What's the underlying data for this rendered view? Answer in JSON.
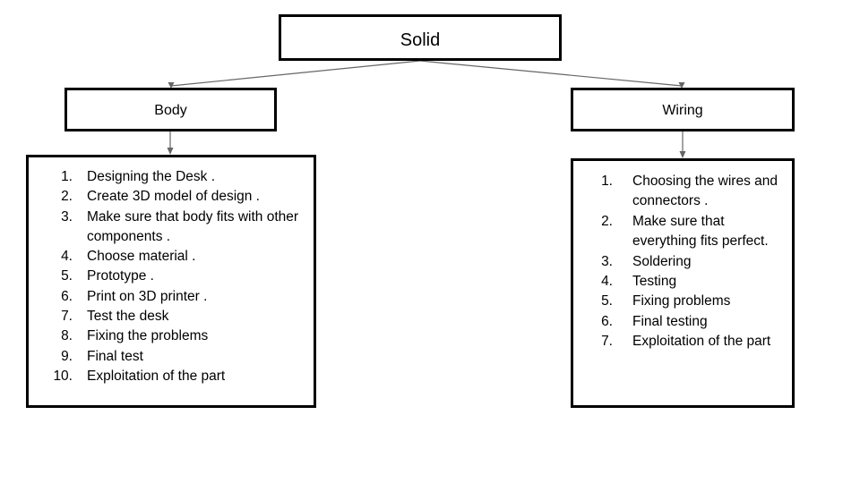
{
  "diagram": {
    "title": "Solid",
    "root": {
      "label": "Solid"
    },
    "branches": [
      {
        "id": "body",
        "label": "Body",
        "steps": [
          "Designing the Desk .",
          "Create 3D model of design .",
          "Make sure that body fits with other components .",
          "Choose material .",
          "Prototype .",
          "Print on 3D printer .",
          "Test the desk",
          "Fixing the problems",
          "Final test",
          "Exploitation of the part"
        ]
      },
      {
        "id": "wiring",
        "label": "Wiring",
        "steps": [
          "Choosing the wires and connectors .",
          "Make sure that everything fits perfect.",
          "Soldering",
          "Testing",
          "Fixing problems",
          "Final testing",
          "Exploitation of the part"
        ]
      }
    ],
    "numbering": {
      "body": [
        "1.",
        "2.",
        "3.",
        "4.",
        "5.",
        "6.",
        "7.",
        "8.",
        "9.",
        "10."
      ],
      "wiring": [
        "1.",
        "2.",
        "3.",
        "4.",
        "5.",
        "6.",
        "7."
      ]
    },
    "colors": {
      "background": "#ffffff",
      "box_border": "#000000",
      "text": "#000000",
      "connector": "#666666"
    }
  }
}
